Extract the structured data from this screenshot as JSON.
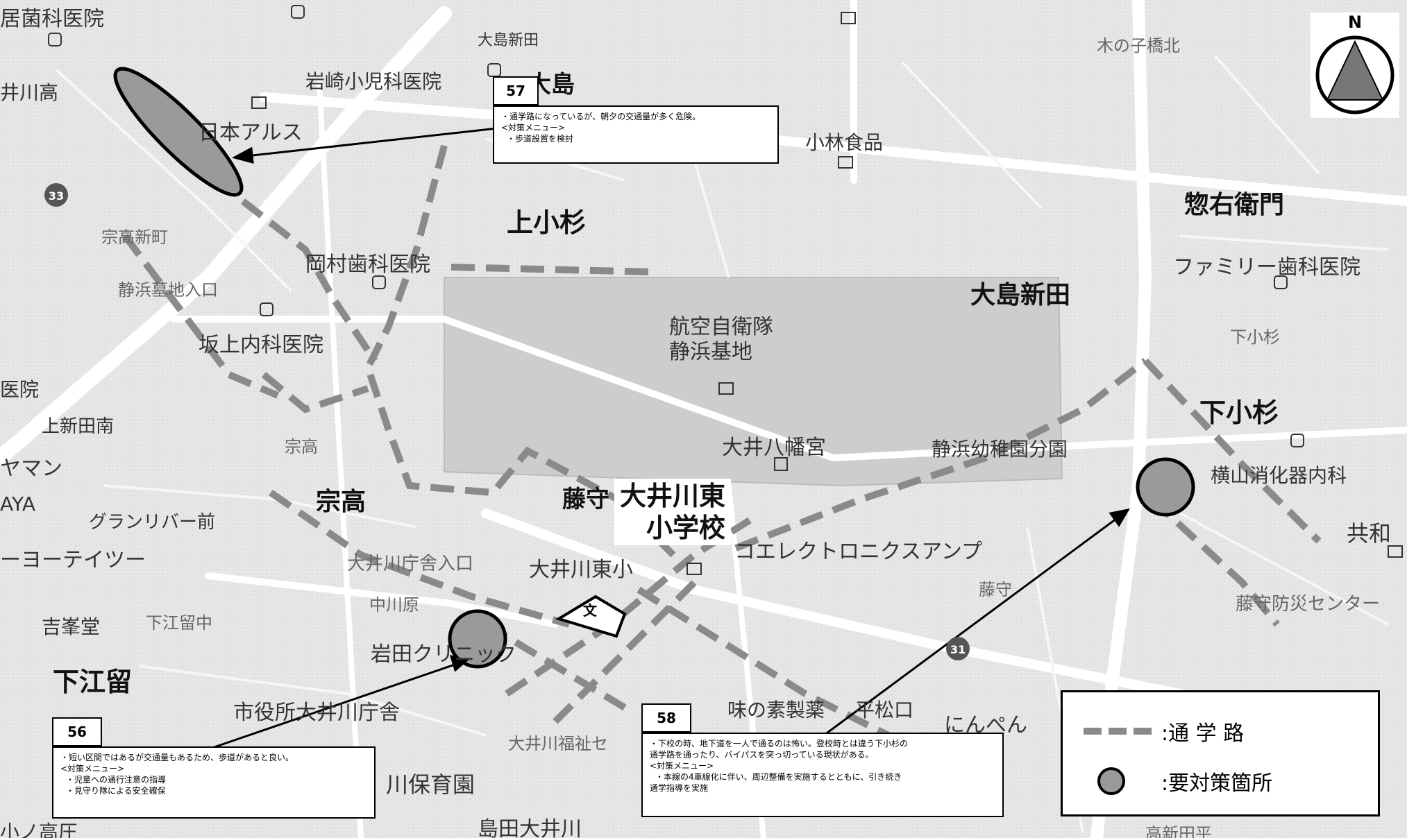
{
  "map": {
    "labels": {
      "hospital_topleft": "居菌科医院",
      "omo_shinden_small": "大島新田",
      "iwasaki": "岩崎小児科医院",
      "oshima": "大島",
      "high_school": "井川高",
      "nihon_alps": "日本アルス",
      "kobayashi": "小林食品",
      "kinoko": "木の子橋北",
      "soemon": "惣右衛門",
      "kamikosugi": "上小杉",
      "munetaka_shinmachi": "宗高新町",
      "okamura": "岡村歯科医院",
      "family_dental": "ファミリー歯科医院",
      "oshima_shinden": "大島新田",
      "shizuhama_entrance": "静浜墓地入口",
      "airbase_1": "航空自衛隊",
      "airbase_2": "静浜基地",
      "sakaue": "坂上内科医院",
      "shimokosugi_small": "下小杉",
      "clinic_left": "医院",
      "shimokosugi": "下小杉",
      "kamishindenminami": "上新田南",
      "munetaka_small": "宗高",
      "hachimangu": "大井八幡宮",
      "kindergarten": "静浜幼稚園分園",
      "yokoyama": "横山消化器内科",
      "yamaman": "ヤマン",
      "munetaka": "宗高",
      "fujimori": "藤守",
      "tsutaya": "AYA",
      "granlivre": "グランリバー前",
      "kyowa": "共和",
      "yodaitsu": "ーヨーテイツー",
      "oigawa_office_entrance": "大井川庁舎入口",
      "oigawa_higashi_small": "大井川東小",
      "electronics": "コエレクトロニクスアンプ",
      "fujimori_small": "藤守",
      "nakagawara": "中川原",
      "fujimori_center": "藤守防災センター",
      "kichibodo": "吉峯堂",
      "shimoedome_small": "下江留中",
      "iwata_clinic": "岩田クリニック",
      "shimoedome": "下江留",
      "city_office": "市役所大井川庁舎",
      "ajinomoto": "味の素製薬",
      "hiramatsuguchi": "平松口",
      "ninpen": "にんぺん",
      "welfare": "大井川福祉セ",
      "nursery": "川保育園",
      "kominato": "小ノ高圧",
      "shimada": "島田大井川",
      "takashinden": "高新田平",
      "route_33": "33",
      "route_31": "31",
      "school_mark": "文"
    },
    "school_name_line1": "大井川東",
    "school_name_line2": "小学校",
    "compass_n": "N"
  },
  "notes": [
    {
      "number": "57",
      "lines": [
        "・通学路になっているが、朝夕の交通量が多く危険。",
        "<対策メニュー>",
        "・歩道設置を検討"
      ]
    },
    {
      "number": "56",
      "lines": [
        "・短い区間ではあるが交通量もあるため、歩道があると良い。",
        "<対策メニュー>",
        "・児童への通行注意の指導",
        "・見守り隊による安全確保"
      ]
    },
    {
      "number": "58",
      "lines": [
        "・下校の時、地下道を一人で通るのは怖い。登校時とは違う下小杉の",
        "通学路を通ったり、バイパスを突っ切っている現状がある。",
        "<対策メニュー>",
        "・本線の4車線化に伴い、周辺整備を実施するとともに、引き続き",
        "通学指導を実施"
      ]
    }
  ],
  "legend": {
    "route_label": ":通 学 路",
    "hotspot_label": ":要対策箇所"
  },
  "colors": {
    "route_dash": "#8a8a8a",
    "hotspot_fill": "#9a9a9a",
    "map_bg": "#e9e9e9",
    "road": "#ffffff",
    "airbase": "#cfcfcf"
  }
}
